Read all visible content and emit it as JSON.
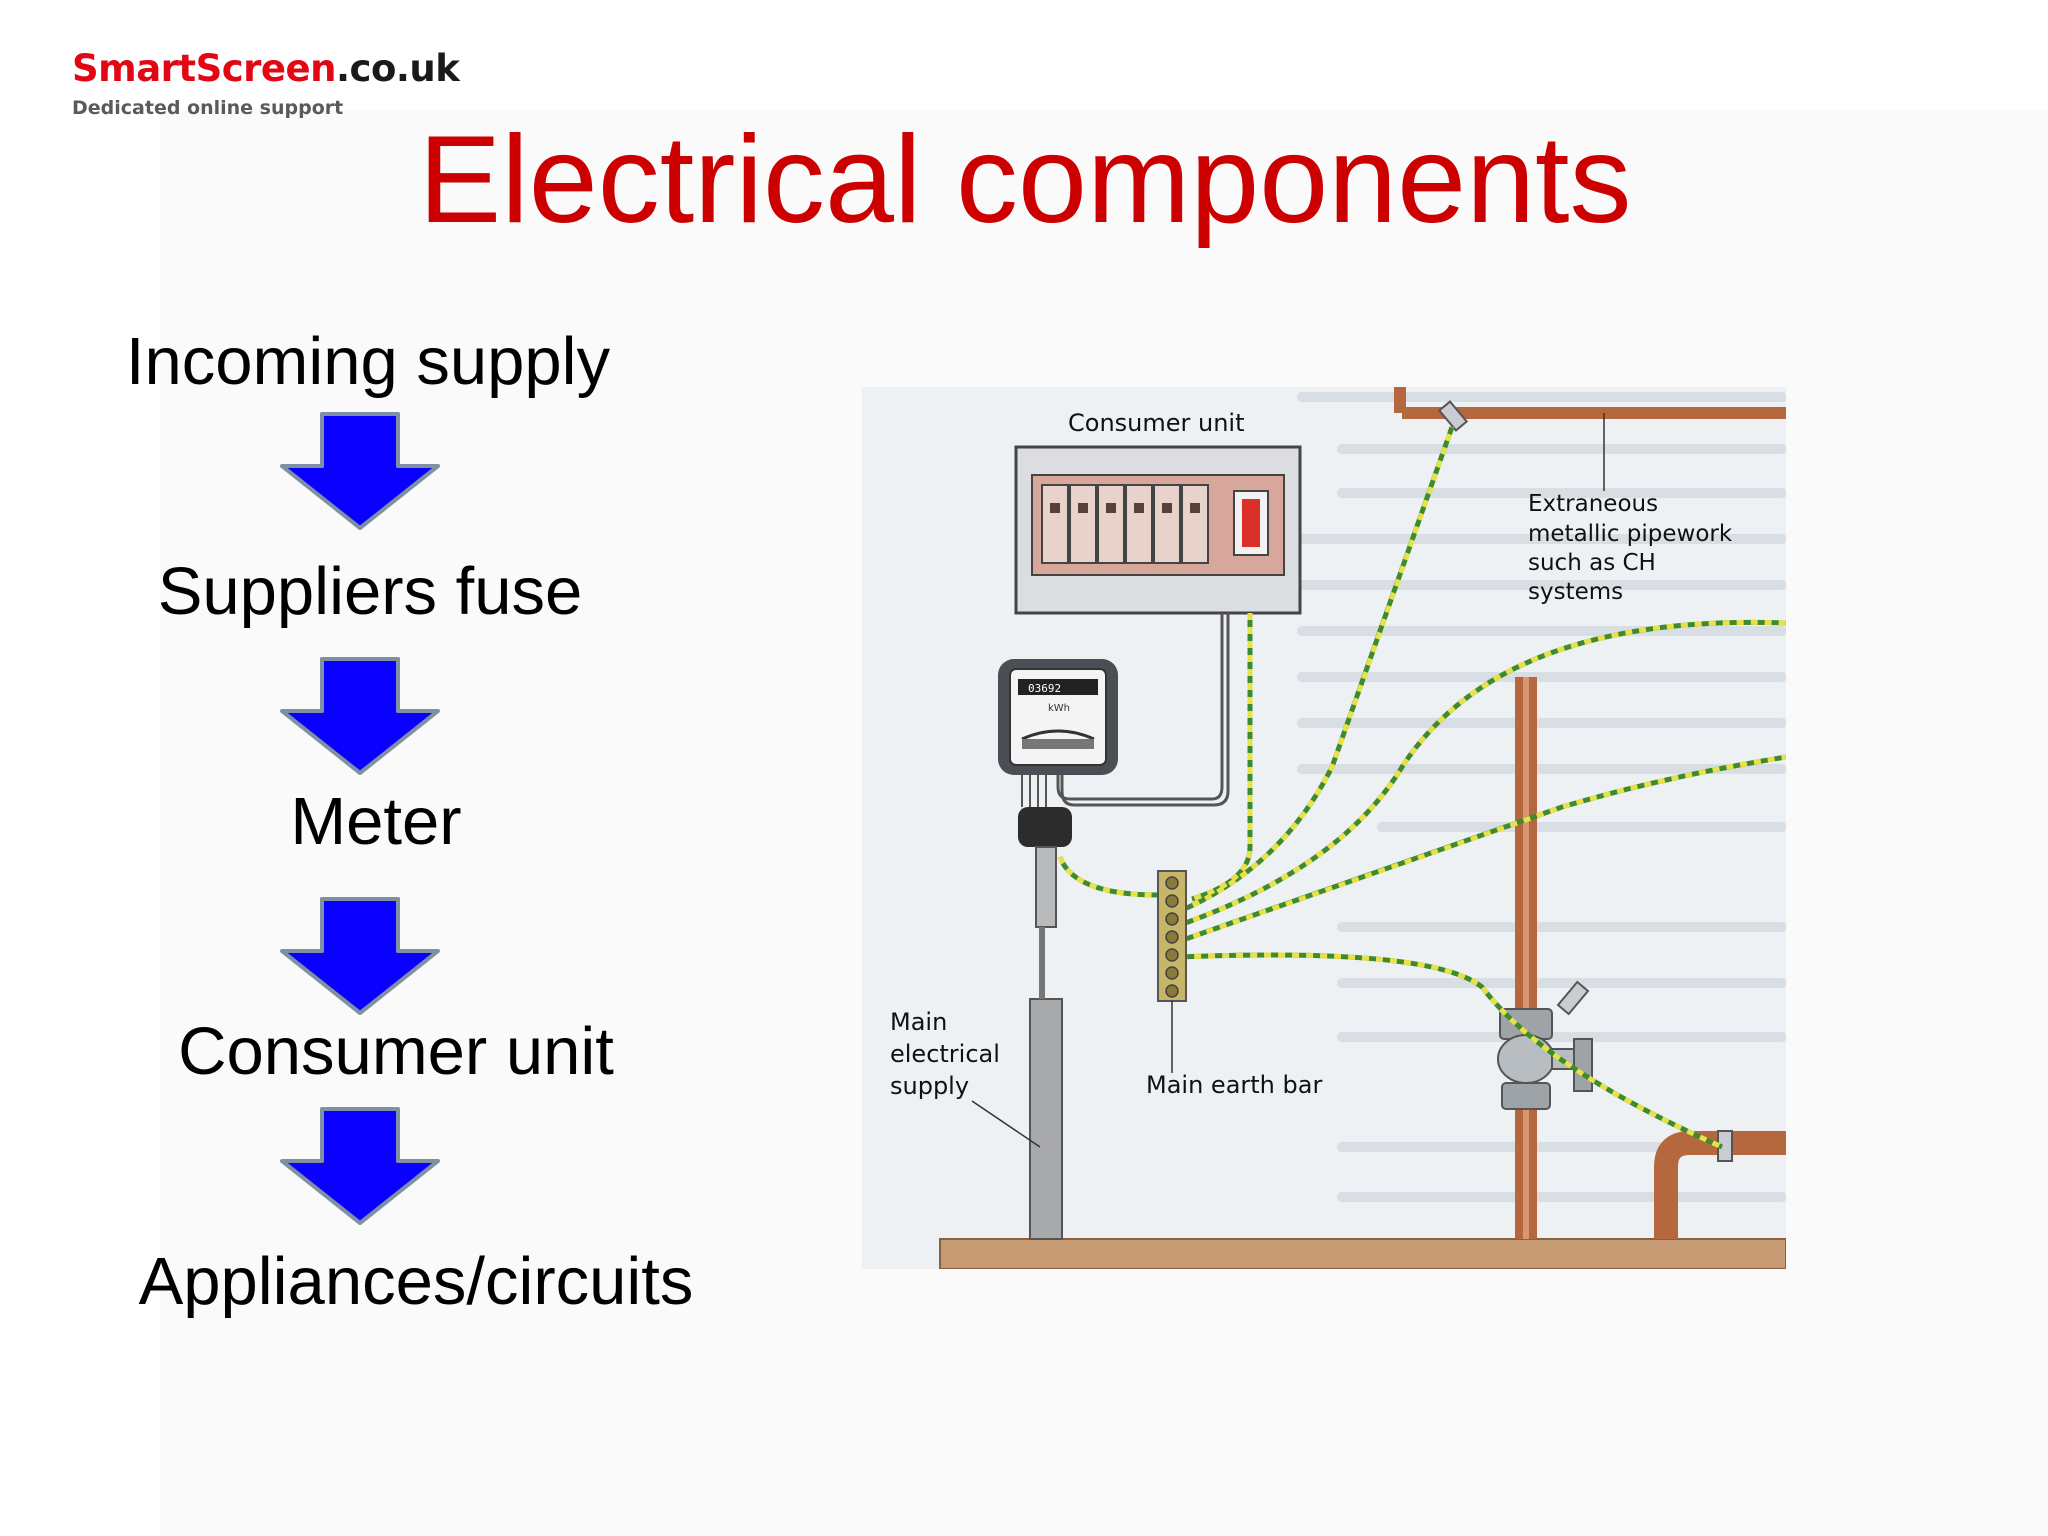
{
  "logo": {
    "brand": "SmartScreen",
    "domain": ".co.uk",
    "tagline": "Dedicated online support"
  },
  "title": "Electrical components",
  "flow": {
    "steps": [
      {
        "label": "Incoming supply"
      },
      {
        "label": "Suppliers fuse"
      },
      {
        "label": "Meter"
      },
      {
        "label": "Consumer unit"
      },
      {
        "label": "Appliances/circuits"
      }
    ],
    "arrow_color": "#0a00ff",
    "arrow_icon": "down-arrow-icon"
  },
  "diagram": {
    "labels": {
      "consumer_unit": "Consumer unit",
      "pipework": [
        "Extraneous",
        "metallic pipework",
        "such as CH",
        "systems"
      ],
      "main_supply": [
        "Main",
        "electrical",
        "supply"
      ],
      "earth_bar": "Main earth bar",
      "meter_unit": "kWh"
    },
    "meter_reading": "03692",
    "colors": {
      "title": "#cc0000",
      "copper": "#b5673e",
      "earth_cable_yellow": "#e8e24a",
      "earth_cable_green": "#3f8a2e"
    }
  }
}
